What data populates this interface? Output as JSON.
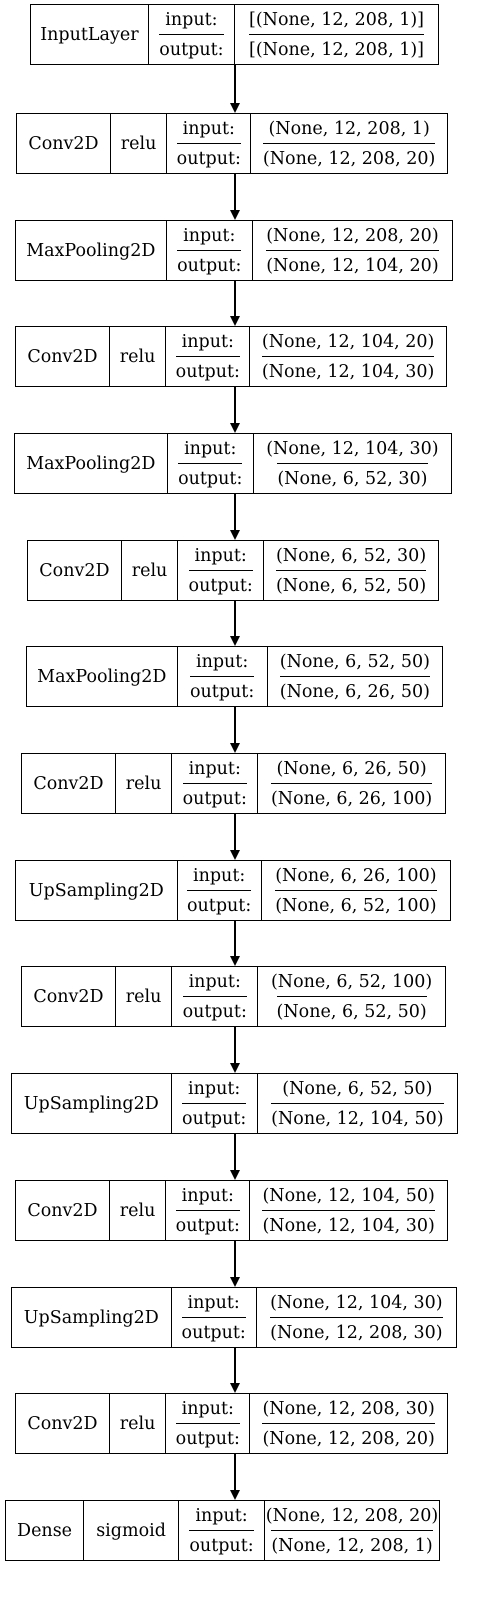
{
  "layers": [
    {
      "type": "InputLayer",
      "activation": null,
      "input": "[(None, 12, 208, 1)]",
      "output": "[(None, 12, 208, 1)]"
    },
    {
      "type": "Conv2D",
      "activation": "relu",
      "input": "(None, 12, 208, 1)",
      "output": "(None, 12, 208, 20)"
    },
    {
      "type": "MaxPooling2D",
      "activation": null,
      "input": "(None, 12, 208, 20)",
      "output": "(None, 12, 104, 20)"
    },
    {
      "type": "Conv2D",
      "activation": "relu",
      "input": "(None, 12, 104, 20)",
      "output": "(None, 12, 104, 30)"
    },
    {
      "type": "MaxPooling2D",
      "activation": null,
      "input": "(None, 12, 104, 30)",
      "output": "(None, 6, 52, 30)"
    },
    {
      "type": "Conv2D",
      "activation": "relu",
      "input": "(None, 6, 52, 30)",
      "output": "(None, 6, 52, 50)"
    },
    {
      "type": "MaxPooling2D",
      "activation": null,
      "input": "(None, 6, 52, 50)",
      "output": "(None, 6, 26, 50)"
    },
    {
      "type": "Conv2D",
      "activation": "relu",
      "input": "(None, 6, 26, 50)",
      "output": "(None, 6, 26, 100)"
    },
    {
      "type": "UpSampling2D",
      "activation": null,
      "input": "(None, 6, 26, 100)",
      "output": "(None, 6, 52, 100)"
    },
    {
      "type": "Conv2D",
      "activation": "relu",
      "input": "(None, 6, 52, 100)",
      "output": "(None, 6, 52, 50)"
    },
    {
      "type": "UpSampling2D",
      "activation": null,
      "input": "(None, 6, 52, 50)",
      "output": "(None, 12, 104, 50)"
    },
    {
      "type": "Conv2D",
      "activation": "relu",
      "input": "(None, 12, 104, 50)",
      "output": "(None, 12, 104, 30)"
    },
    {
      "type": "UpSampling2D",
      "activation": null,
      "input": "(None, 12, 104, 30)",
      "output": "(None, 12, 208, 30)"
    },
    {
      "type": "Conv2D",
      "activation": "relu",
      "input": "(None, 12, 208, 30)",
      "output": "(None, 12, 208, 20)"
    },
    {
      "type": "Dense",
      "activation": "sigmoid",
      "input": "(None, 12, 208, 20)",
      "output": "(None, 12, 208, 1)"
    }
  ],
  "labels": {
    "input": "input:",
    "output": "output:"
  }
}
